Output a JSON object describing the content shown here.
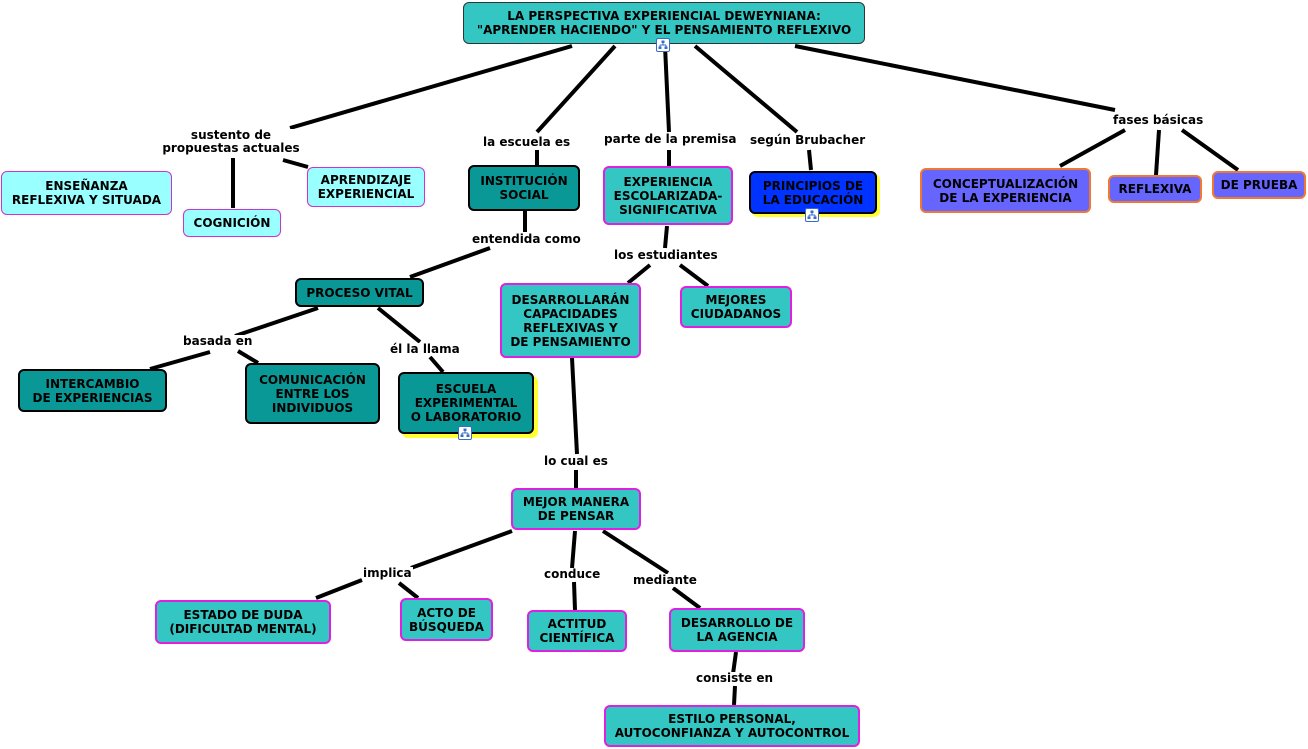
{
  "title": "LA PERSPECTIVA EXPERIENCIAL DEWEYNIANA:\n\"APRENDER HACIENDO\" Y EL PENSAMIENTO REFLEXIVO",
  "nodes": {
    "ensenanza": "ENSEÑANZA\nREFLEXIVA Y SITUADA",
    "cognicion": "COGNICIÓN",
    "aprendizaje": "APRENDIZAJE\nEXPERIENCIAL",
    "institucion": "INSTITUCIÓN\nSOCIAL",
    "experiencia": "EXPERIENCIA\nESCOLARIZADA-\nSIGNIFICATIVA",
    "principios": "PRINCIPIOS DE\nLA EDUCACIÓN",
    "conceptualizacion": "CONCEPTUALIZACIÓN\nDE LA EXPERIENCIA",
    "reflexiva": "REFLEXIVA",
    "prueba": "DE PRUEBA",
    "proceso": "PROCESO VITAL",
    "desarrollaran": "DESARROLLARÁN\nCAPACIDADES\nREFLEXIVAS Y\nDE PENSAMIENTO",
    "mejores": "MEJORES\nCIUDADANOS",
    "intercambio": "INTERCAMBIO\nDE EXPERIENCIAS",
    "comunicacion": "COMUNICACIÓN\nENTRE LOS\nINDIVIDUOS",
    "escuela": "ESCUELA\nEXPERIMENTAL\nO LABORATORIO",
    "mejor_manera": "MEJOR MANERA\nDE PENSAR",
    "estado": "ESTADO DE DUDA\n(DIFICULTAD MENTAL)",
    "acto": "ACTO DE\nBÚSQUEDA",
    "actitud": "ACTITUD\nCIENTÍFICA",
    "desarrollo": "DESARROLLO DE\nLA AGENCIA",
    "estilo": "ESTILO PERSONAL,\nAUTOCONFIANZA Y AUTOCONTROL"
  },
  "links": {
    "sustento": "sustento de\npropuestas actuales",
    "escuela_es": "la escuela es",
    "premisa": "parte de la premisa",
    "segun": "según  Brubacher",
    "fases": "fases básicas",
    "entendida": "entendida como",
    "estudiantes": "los estudiantes",
    "basada": "basada en",
    "llama": "él la llama",
    "lo_cual": "lo cual es",
    "implica": "implica",
    "conduce": "conduce",
    "mediante": "mediante",
    "consiste": "consiste en"
  },
  "icons": {
    "title_icon": "sub-map-icon",
    "principios_icon": "sub-map-icon",
    "escuela_icon": "sub-map-icon"
  },
  "colors": {
    "title": "#33c6c2",
    "light_cyan": "#99ffff",
    "teal": "#099896",
    "cyan": "#33c6c2",
    "blue": "#0033ff",
    "purple": "#6666ff",
    "highlight": "#ffff33"
  }
}
